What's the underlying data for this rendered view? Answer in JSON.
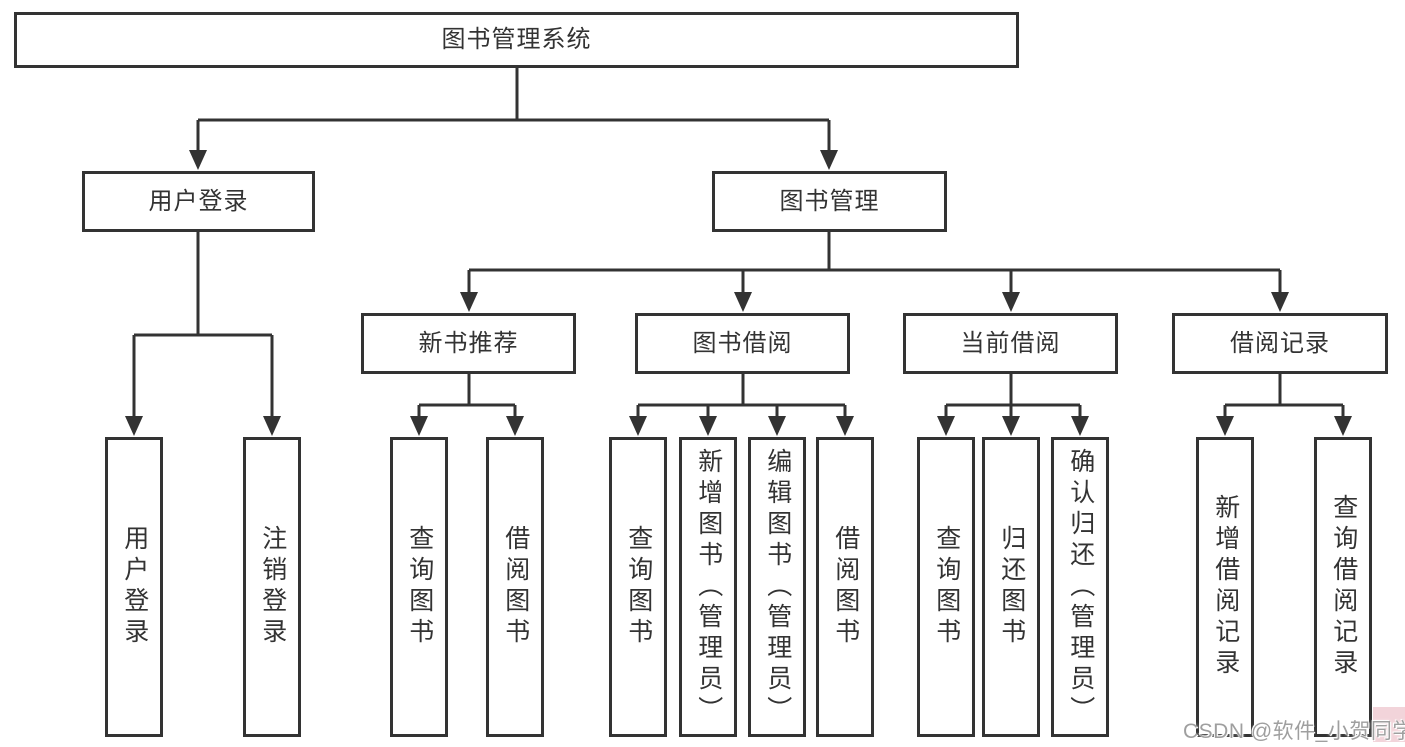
{
  "diagram": {
    "line_color": "#333333",
    "background": "#ffffff",
    "root": {
      "label": "图书管理系统",
      "children": [
        {
          "label": "用户登录",
          "children": [
            {
              "label": "用户登录"
            },
            {
              "label": "注销登录"
            }
          ]
        },
        {
          "label": "图书管理",
          "children": [
            {
              "label": "新书推荐",
              "children": [
                {
                  "label": "查询图书"
                },
                {
                  "label": "借阅图书"
                }
              ]
            },
            {
              "label": "图书借阅",
              "children": [
                {
                  "label": "查询图书"
                },
                {
                  "label": "新增图书（管理员）"
                },
                {
                  "label": "编辑图书（管理员）"
                },
                {
                  "label": "借阅图书"
                }
              ]
            },
            {
              "label": "当前借阅",
              "children": [
                {
                  "label": "查询图书"
                },
                {
                  "label": "归还图书"
                },
                {
                  "label": "确认归还（管理员）"
                }
              ]
            },
            {
              "label": "借阅记录",
              "children": [
                {
                  "label": "新增借阅记录"
                },
                {
                  "label": "查询借阅记录"
                }
              ]
            }
          ]
        }
      ]
    }
  },
  "watermark": {
    "text": "CSDN @软件_小贺同学",
    "text_color": "#9f9f9f",
    "highlight_color": "#f2d4da"
  }
}
